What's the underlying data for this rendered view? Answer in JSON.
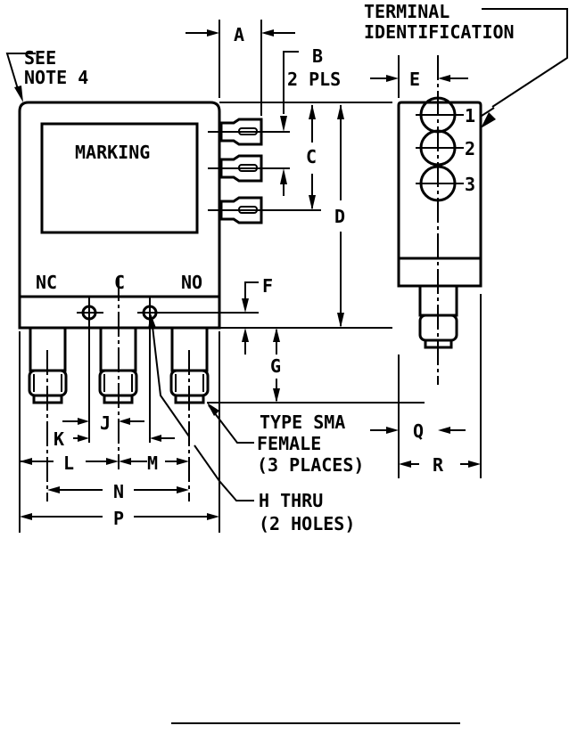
{
  "title": "Relay switch outline drawing",
  "labels": {
    "terminal_line1": "TERMINAL",
    "terminal_line2": "IDENTIFICATION",
    "see": "SEE",
    "note4": "NOTE 4",
    "marking": "MARKING",
    "nc": "NC",
    "c_port": "C",
    "no": "NO",
    "term1": "1",
    "term2": "2",
    "term3": "3",
    "sma_line1": "TYPE SMA",
    "sma_line2": "FEMALE",
    "sma_line3": "(3 PLACES)",
    "h_line1": "H THRU",
    "h_line2": "(2 HOLES)"
  },
  "dimensions": {
    "a": "A",
    "b": "B",
    "b_pls": "2 PLS",
    "c": "C",
    "d": "D",
    "e": "E",
    "f": "F",
    "g": "G",
    "j": "J",
    "k": "K",
    "l": "L",
    "m": "M",
    "n": "N",
    "p": "P",
    "q": "Q",
    "r": "R"
  }
}
